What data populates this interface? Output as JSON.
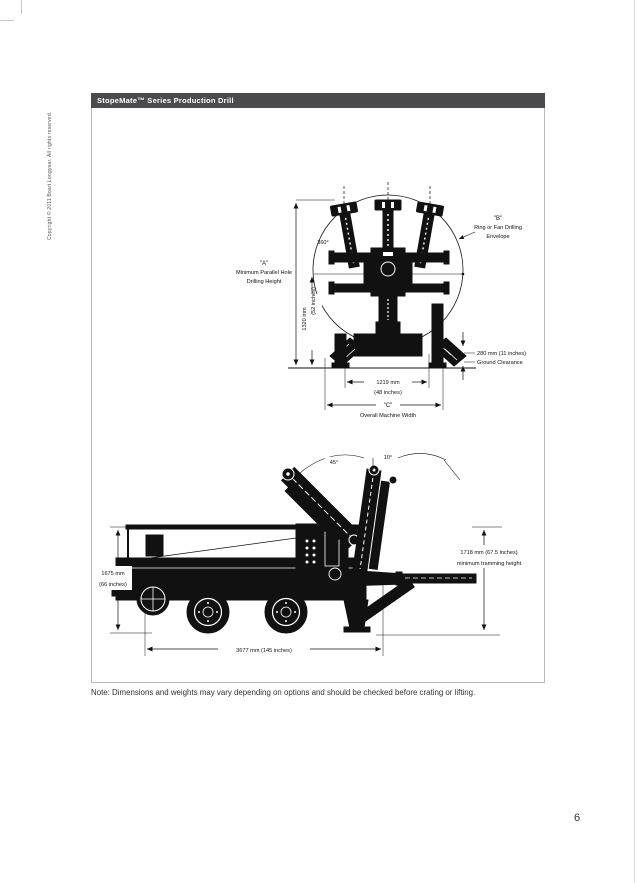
{
  "page": {
    "copyright_vertical": "Copyright © 2011 Boart Longyear. All rights reserved.",
    "note": "Note: Dimensions and weights may vary depending on options and should be checked before crating or lifting.",
    "page_number": "6"
  },
  "header": {
    "title": "StopeMate™ Series Production Drill",
    "bg_color": "#4a4a4f",
    "text_color": "#ffffff"
  },
  "diagram": {
    "front_view": {
      "rotation_label": "360°",
      "envelope_l1": "\"B\"",
      "envelope_l2": "Ring or Fan Drilling",
      "envelope_l3": "Envelope",
      "drill_height_l1": "\"A\"",
      "drill_height_l2": "Minimum Parallel Hole",
      "drill_height_l3": "Drilling Height",
      "height_mm": "1320 mm",
      "height_in": "(52 inches)",
      "clearance_l1": "280 mm (11 inches)",
      "clearance_l2": "Ground Clearance",
      "track_width_mm": "1219 mm",
      "track_width_in": "(48 inches)",
      "overall_width_l1": "\"C\"",
      "overall_width_l2": "Overall Machine Width"
    },
    "side_view": {
      "boom_angle_left": "45°",
      "boom_angle_right": "10°",
      "body_height_mm": "1675 mm",
      "body_height_in": "(66 inches)",
      "tramming_l1": "1718 mm (67.5 inches)",
      "tramming_l2": "minimum tramming height",
      "length_label": "3677 mm (145 inches)"
    }
  }
}
